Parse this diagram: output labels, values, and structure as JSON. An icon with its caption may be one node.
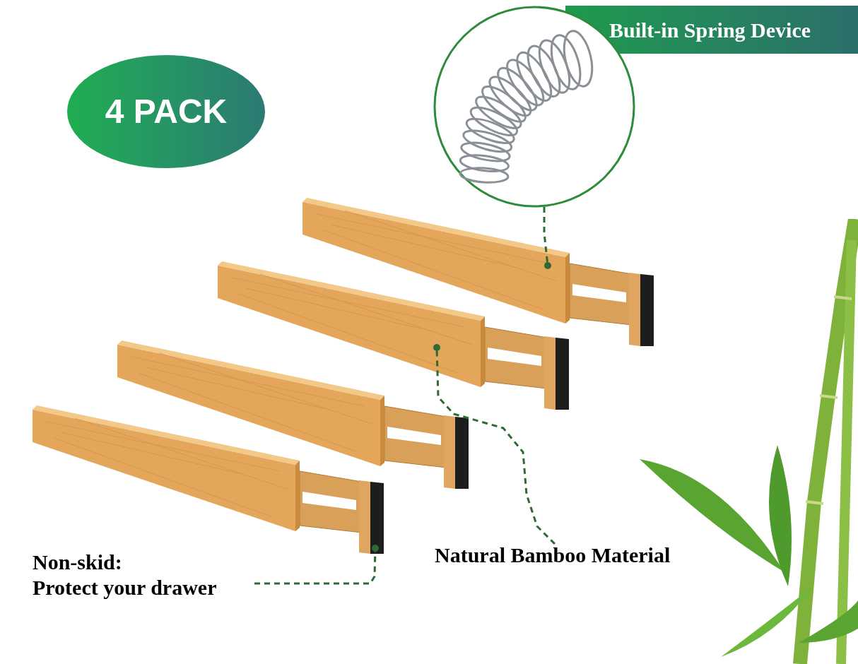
{
  "diagram": {
    "nodes": [
      {
        "text": [
          "4 PACK"
        ]
      },
      {
        "text": [
          "Built-in Spring Device"
        ]
      },
      {
        "text": [],
        "shape": "picture"
      },
      {
        "text": [],
        "shape": "picture"
      },
      {
        "text": [],
        "shape": "picture"
      },
      {
        "text": [],
        "shape": "picture"
      },
      {
        "text": [],
        "shape": "picture"
      },
      {
        "text": [
          "Natural Bamboo Material"
        ]
      },
      {
        "text": [
          "Non-skid:",
          "Protect your drawer"
        ]
      }
    ],
    "edges": [
      {
        "from": 2,
        "to": 3,
        "arrow": "other",
        "style": "dashed"
      },
      {
        "from": 7,
        "to": 4,
        "arrow": "other",
        "style": "dashed"
      },
      {
        "from": 8,
        "to": 6,
        "arrow": "other",
        "style": "dashed"
      }
    ]
  }
}
